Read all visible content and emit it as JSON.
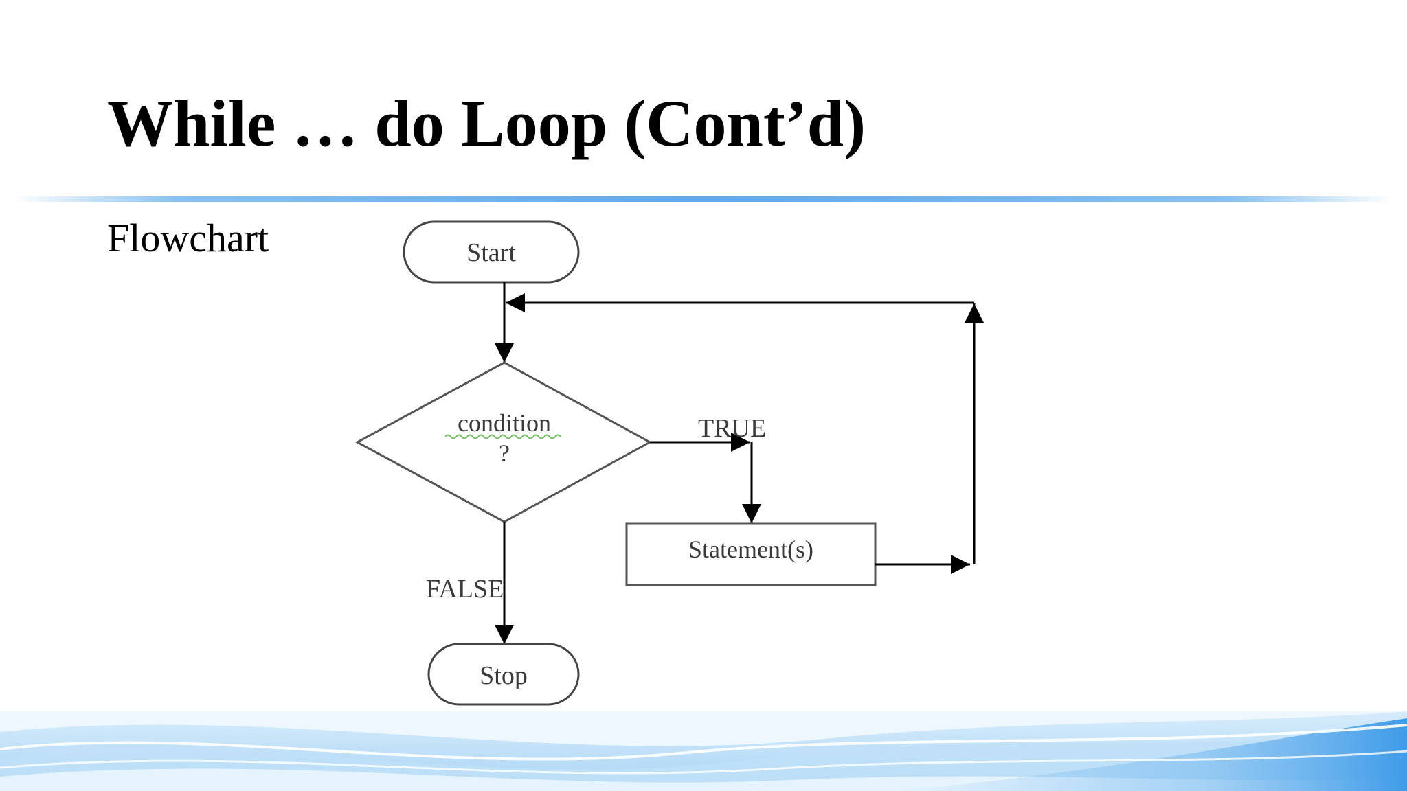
{
  "slide": {
    "title": "While … do Loop (Cont’d)",
    "subtitle": "Flowchart"
  },
  "flowchart": {
    "start_label": "Start",
    "condition_label_line1": "condition",
    "condition_label_line2": "?",
    "true_label": "TRUE",
    "false_label": "FALSE",
    "statement_label": "Statement(s)",
    "stop_label": "Stop"
  },
  "colors": {
    "accent": "#5fa8ee",
    "line": "#000000",
    "shape_stroke": "#555555"
  }
}
